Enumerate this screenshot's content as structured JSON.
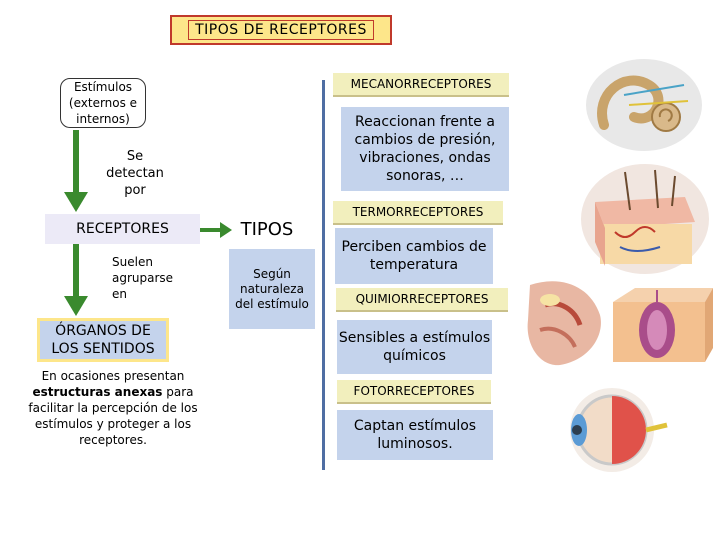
{
  "title": "TIPOS DE RECEPTORES",
  "left_flow": {
    "stimuli": "Estímulos (externos e internos)",
    "detect_label": "Se detectan por",
    "receptores": "RECEPTORES",
    "group_label": "Suelen agruparse en",
    "organos": "ÓRGANOS DE LOS SENTIDOS",
    "note_prefix": "En ocasiones presentan",
    "note_bold": "estructuras anexas",
    "note_suffix": "para facilitar la percepción de los estímulos y proteger a los receptores."
  },
  "middle": {
    "tipos": "TIPOS",
    "naturaleza": "Según naturaleza del estímulo"
  },
  "receptor_types": [
    {
      "name": "MECANORRECEPTORES",
      "description": "Reaccionan frente a cambios de presión, vibraciones, ondas sonoras, …",
      "icon": "ear-illustration"
    },
    {
      "name": "TERMORRECEPTORES",
      "description": "Perciben cambios de temperatura",
      "icon": "skin-illustration"
    },
    {
      "name": "QUIMIORRECEPTORES",
      "description": "Sensibles a estímulos químicos",
      "icon": "nose-tongue-illustration"
    },
    {
      "name": "FOTORRECEPTORES",
      "description": "Captan estímulos luminosos.",
      "icon": "eye-illustration"
    }
  ],
  "colors": {
    "title_bg": "#fde68a",
    "title_border": "#c0392b",
    "box_blue": "#c4d3ec",
    "box_lavender": "#eceaf7",
    "type_title_bg": "#f2efbd",
    "arrow_green": "#3a8a2e",
    "bar_blue": "#4f6ea3"
  }
}
